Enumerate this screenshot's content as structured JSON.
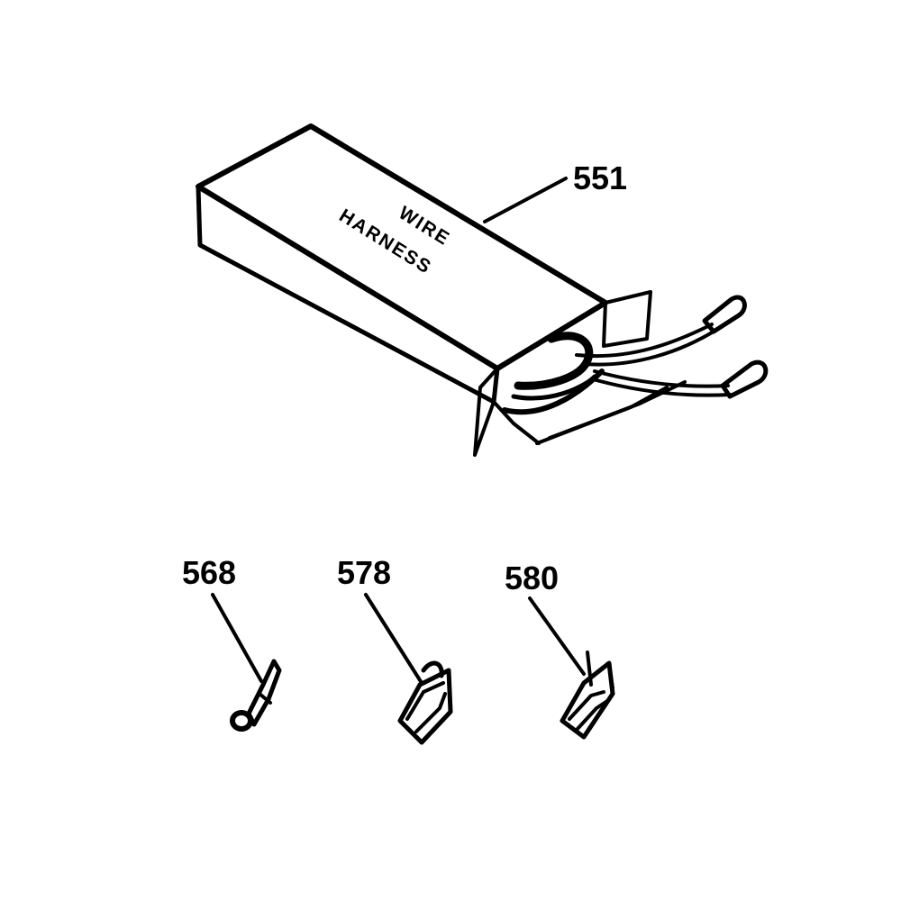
{
  "box": {
    "text_line1": "WIRE",
    "text_line2": "HARNESS"
  },
  "callouts": {
    "harness": "551",
    "part_a": "568",
    "part_b": "578",
    "part_c": "580"
  }
}
